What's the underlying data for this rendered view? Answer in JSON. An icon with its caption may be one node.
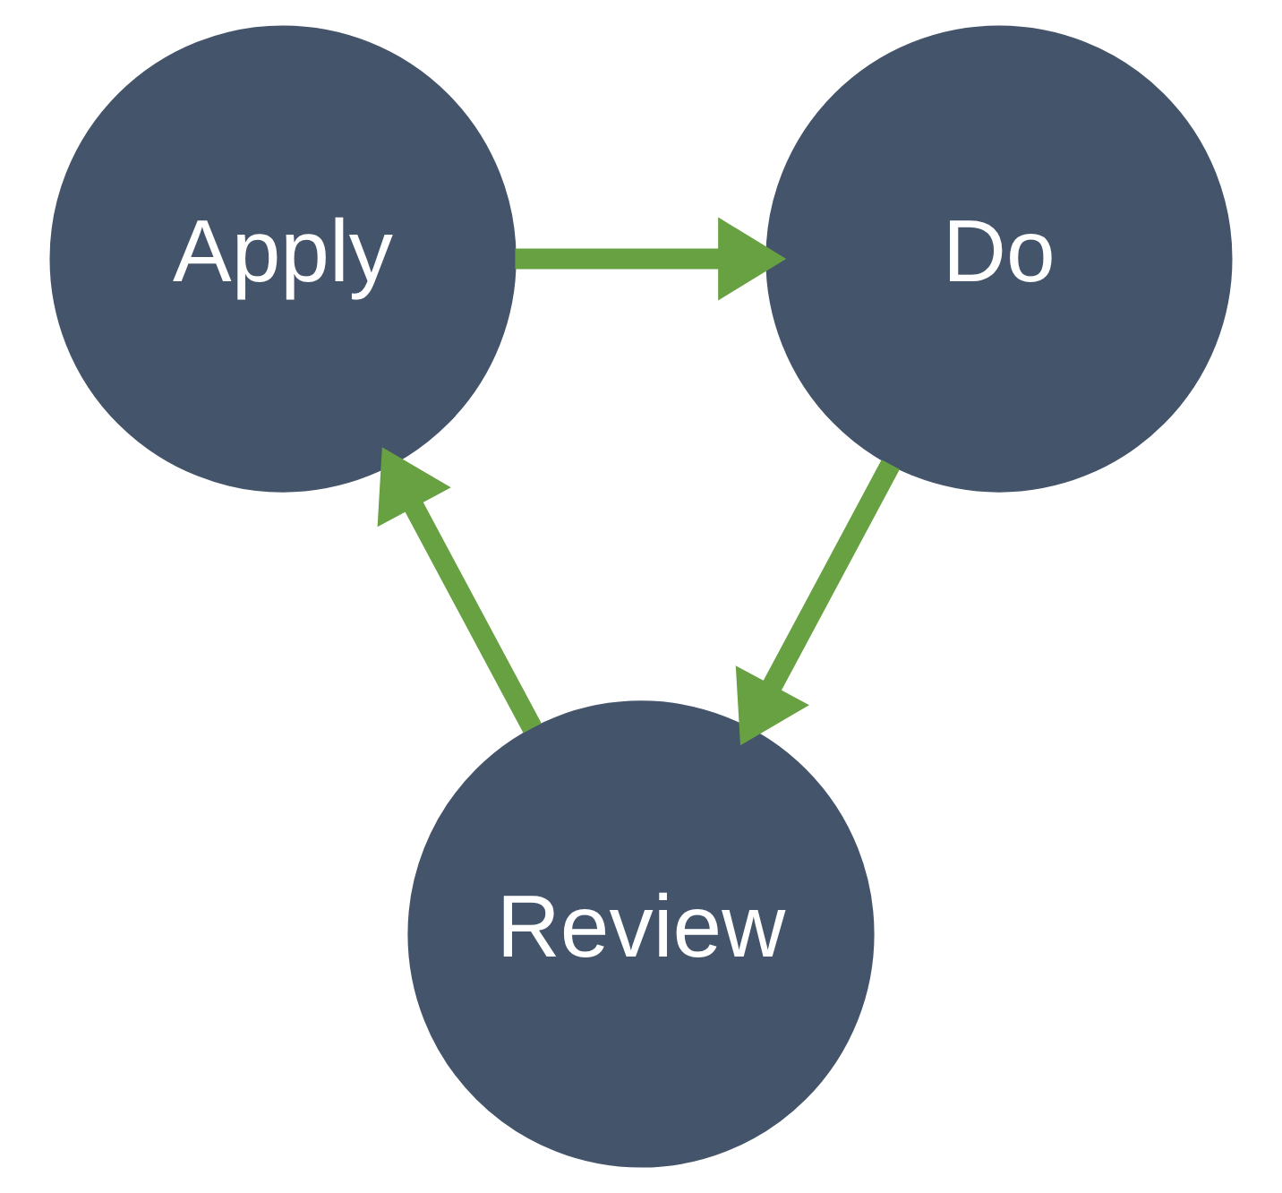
{
  "diagram": {
    "nodes": [
      {
        "text": [
          "Apply"
        ]
      },
      {
        "text": [
          "Do"
        ]
      },
      {
        "text": [
          "Review"
        ]
      }
    ],
    "edges": [
      {
        "from": 0,
        "to": 1,
        "arrow": "to"
      },
      {
        "from": 1,
        "to": 2,
        "arrow": "to"
      },
      {
        "from": 2,
        "to": 0,
        "arrow": "to"
      }
    ]
  }
}
